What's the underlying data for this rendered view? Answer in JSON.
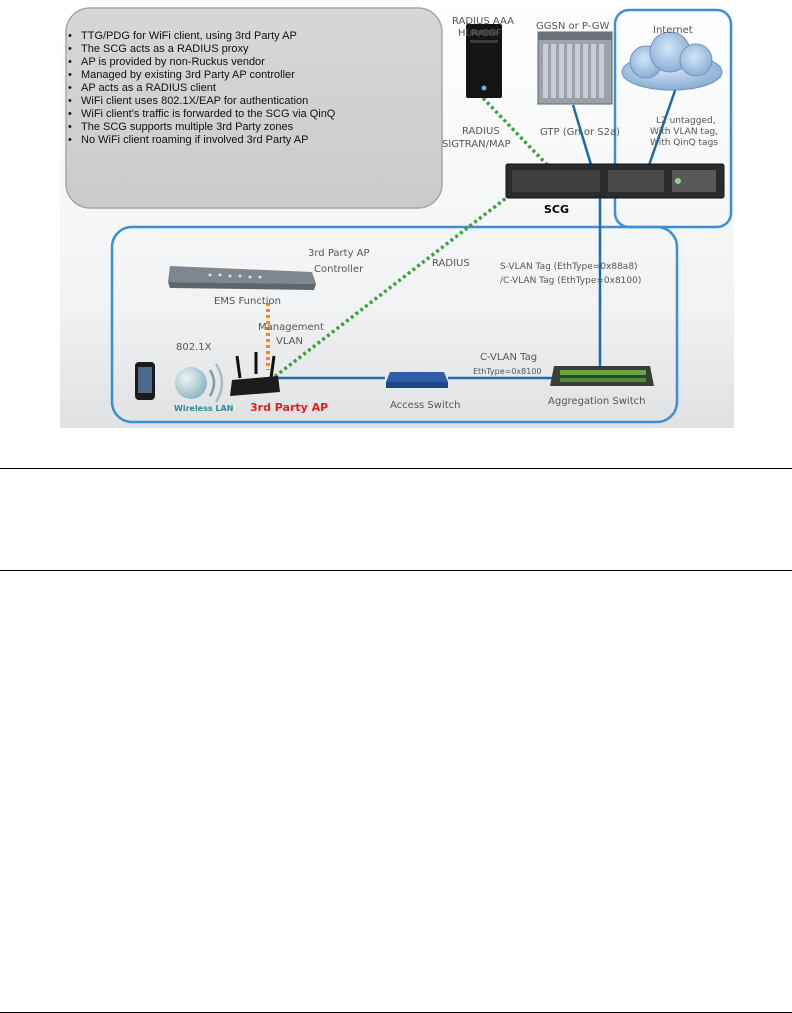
{
  "bullets": [
    "TTG/PDG for WiFi client, using 3rd Party AP",
    "The SCG acts as a RADIUS proxy",
    "AP is provided by non-Ruckus vendor",
    "Managed by existing 3rd Party AP controller",
    "AP acts as a RADIUS client",
    "WiFi client uses 802.1X/EAP for authentication",
    "WiFi client's traffic is forwarded to the SCG via QinQ",
    "The SCG supports multiple 3rd Party zones",
    "No WiFi client roaming if involved 3rd Party AP"
  ],
  "labels": {
    "radius_aaa": "RADIUS AAA",
    "hlr_cgf": "HLR/CGF",
    "ggsn": "GGSN or P-GW",
    "internet": "Internet",
    "radius_top": "RADIUS",
    "sigtran": "SIGTRAN/MAP",
    "gtp": "GTP (Gn or S2a)",
    "l2_1": "L2 untagged,",
    "l2_2": "With VLAN tag,",
    "l2_3": "With QinQ tags",
    "scg": "SCG",
    "controller_1": "3rd Party AP",
    "controller_2": "Controller",
    "radius_mid": "RADIUS",
    "svlan": "S-VLAN Tag (EthType=0x88a8)",
    "cvlan_tag": "/C-VLAN Tag (EthType=0x8100)",
    "ems": "EMS Function",
    "mgmt_1": "Management",
    "mgmt_2": "VLAN",
    "dot1x": "802.1X",
    "cvlan": "C-VLAN Tag",
    "ethtype": "EthType=0x8100",
    "wireless_lan": "Wireless LAN",
    "third_party_ap": "3rd Party AP",
    "access_switch": "Access Switch",
    "aggregation_switch": "Aggregation Switch"
  },
  "colors": {
    "zone_border": "#3b8fd6",
    "radius_link": "#3ca23c",
    "mgmt_link": "#f08a2c",
    "data_link": "#1d6aa8",
    "ap_label": "#e02020"
  }
}
